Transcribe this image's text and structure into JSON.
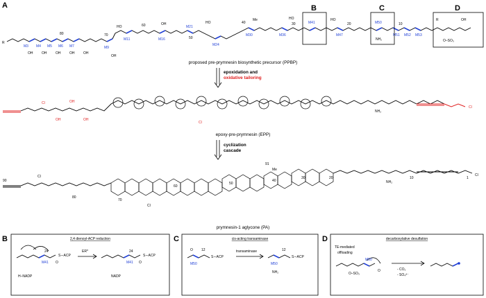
{
  "panels": {
    "a": "A",
    "b": "B",
    "c": "C",
    "d": "D"
  },
  "captions": {
    "ppbp": "proposed pre-prymnesin biosynthetic precursor (PPBP)",
    "epp": "epoxy-pre-prymnesin (EPP)",
    "pa": "prymnesin-1 aglycone (PA)"
  },
  "steps": {
    "step1_line1": "epoxidation and",
    "step1_line2": "oxidative tailoring",
    "step2_line1": "cyclization",
    "step2_line2": "cascade"
  },
  "module_labels": [
    "M3",
    "M4",
    "M5",
    "M6",
    "M7",
    "M9",
    "M11",
    "M16",
    "M21",
    "M24",
    "M30",
    "M36",
    "M41",
    "M47",
    "M50",
    "M51",
    "M52",
    "M53"
  ],
  "atom_labels": {
    "r": "R",
    "oh": "OH",
    "ho": "HO",
    "nh2": "NH₂",
    "cl": "Cl",
    "me": "Me",
    "o": "O",
    "so3": "O–SO₃",
    "h": "H"
  },
  "numbers": {
    "a_top": [
      "80",
      "70",
      "60",
      "50",
      "40",
      "30",
      "20",
      "10"
    ],
    "pa": [
      "90",
      "80",
      "70",
      "60",
      "50",
      "91",
      "40",
      "30",
      "20",
      "10",
      "1"
    ]
  },
  "sub_b": {
    "title": "2,4 dienoyl-ACP reduction",
    "enzyme": "ER*",
    "cofactor_in": "H–NADP",
    "cofactor_out": "NADP",
    "acp": "S∼ACP",
    "pos": "24"
  },
  "sub_c": {
    "title": "cis-acting transaminase",
    "enzyme": "transaminase",
    "acp": "S∼ACP",
    "pos": "12"
  },
  "sub_d": {
    "title": "decarboxylative desulfation",
    "note_line1": "TE-mediated",
    "note_line2": "offloading",
    "byproducts": [
      "- CO₂",
      "- SO₄²⁻"
    ]
  },
  "colors": {
    "module_blue": "#1f3fd6",
    "tailoring_red": "#e02020",
    "ink": "#000000"
  }
}
